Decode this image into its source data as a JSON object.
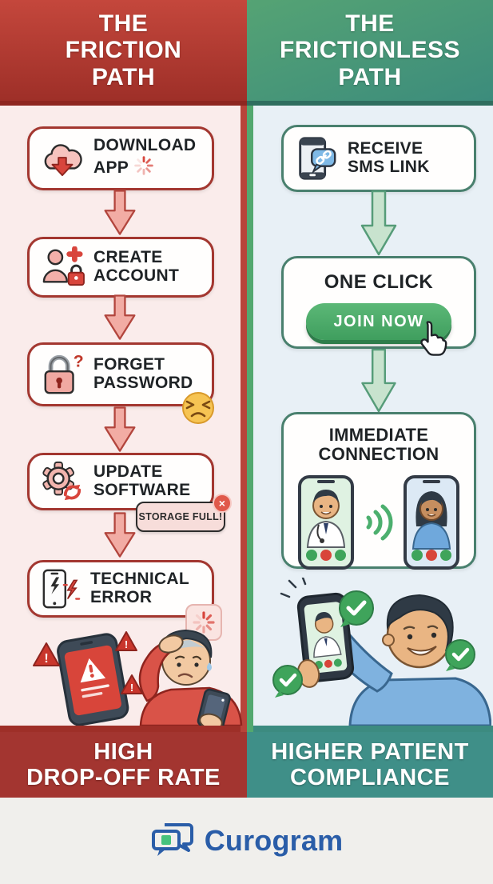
{
  "left": {
    "header": {
      "line1": "THE",
      "line2": "FRICTION",
      "line3": "PATH"
    },
    "steps": [
      {
        "line1": "DOWNLOAD",
        "line2": "APP"
      },
      {
        "line1": "CREATE",
        "line2": "ACCOUNT"
      },
      {
        "line1": "FORGET",
        "line2": "PASSWORD"
      },
      {
        "line1": "UPDATE",
        "line2": "SOFTWARE"
      },
      {
        "line1": "TECHNICAL",
        "line2": "ERROR"
      }
    ],
    "storage_toast": "STORAGE FULL!",
    "outcome": {
      "line1": "HIGH",
      "line2": "DROP-OFF RATE"
    }
  },
  "right": {
    "header": {
      "line1": "THE",
      "line2": "FRICTIONLESS",
      "line3": "PATH"
    },
    "step_sms": {
      "line1": "RECEIVE",
      "line2": "SMS LINK"
    },
    "step_click": {
      "title": "ONE CLICK",
      "button_label": "JOIN NOW"
    },
    "step_connection": {
      "line1": "IMMEDIATE",
      "line2": "CONNECTION"
    },
    "outcome": {
      "line1": "HIGHER PATIENT",
      "line2": "COMPLIANCE"
    }
  },
  "footer": {
    "brand": "Curogram"
  },
  "glyphs": {
    "question_mark": "?",
    "exclamation": "!",
    "close": "×"
  },
  "colors": {
    "friction_red": "#A33530",
    "frictionless_green": "#3F8F88",
    "button_green": "#4DB271",
    "brand_blue": "#2A5DA8"
  }
}
